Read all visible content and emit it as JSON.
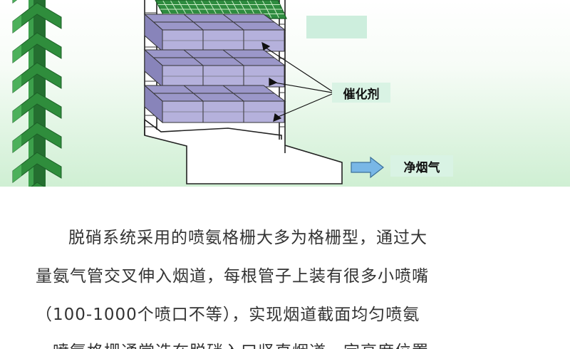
{
  "diagram": {
    "labels": {
      "top": "",
      "catalyst": "催化剂",
      "clean_gas": "净烟气"
    },
    "colors": {
      "spiral": "#2f8d3c",
      "spiral_dark": "#1b5e26",
      "grid": "#2e8b3f",
      "block_top": "#9b97c9",
      "block_front": "#b5b1dc",
      "block_side": "#8884ba",
      "arrow": "#79b7e6"
    }
  },
  "paragraph": {
    "lines": [
      "脱硝系统采用的喷氨格栅大多为格栅型，通过大",
      "量氨气管交叉伸入烟道，每根管子上装有很多小喷嘴",
      "（100-1000个喷口不等），实现烟道截面均匀喷氨",
      "。喷氨格栅通常选在脱硝入口竖直烟道一定高度位置"
    ]
  }
}
